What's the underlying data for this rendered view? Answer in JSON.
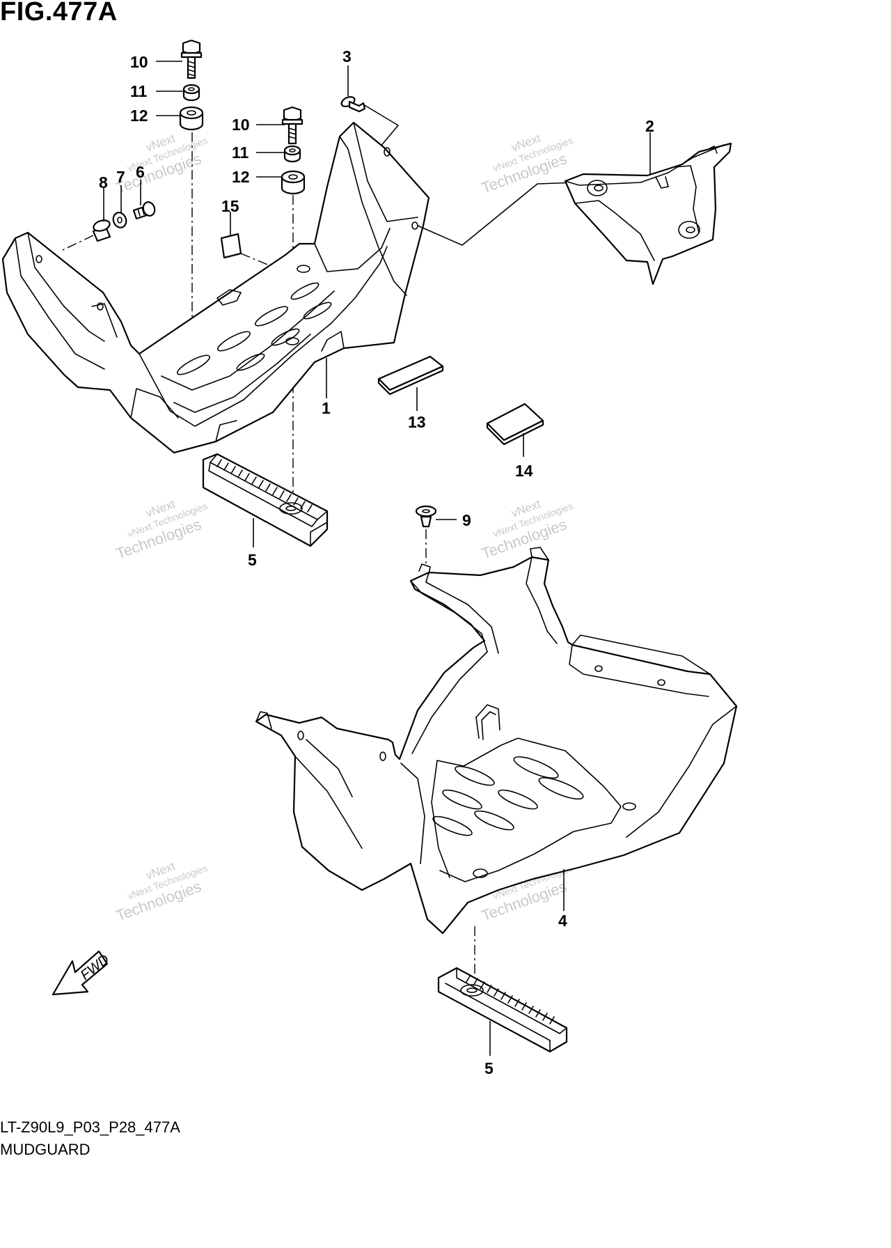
{
  "figure": {
    "title": "FIG.477A",
    "diagram_code": "LT-Z90L9_P03_P28_477A",
    "section_name": "MUDGUARD",
    "fwd_label": "FWD"
  },
  "callouts": [
    {
      "id": "c10a",
      "label": "10"
    },
    {
      "id": "c11a",
      "label": "11"
    },
    {
      "id": "c12a",
      "label": "12"
    },
    {
      "id": "c10b",
      "label": "10"
    },
    {
      "id": "c11b",
      "label": "11"
    },
    {
      "id": "c12b",
      "label": "12"
    },
    {
      "id": "c3",
      "label": "3"
    },
    {
      "id": "c2",
      "label": "2"
    },
    {
      "id": "c8",
      "label": "8"
    },
    {
      "id": "c7",
      "label": "7"
    },
    {
      "id": "c6",
      "label": "6"
    },
    {
      "id": "c15",
      "label": "15"
    },
    {
      "id": "c1",
      "label": "1"
    },
    {
      "id": "c13",
      "label": "13"
    },
    {
      "id": "c14",
      "label": "14"
    },
    {
      "id": "c5a",
      "label": "5"
    },
    {
      "id": "c9",
      "label": "9"
    },
    {
      "id": "c4",
      "label": "4"
    },
    {
      "id": "c5b",
      "label": "5"
    }
  ],
  "watermark": {
    "line1": "vNext",
    "line2": "vNext Technologies",
    "line3": "Technologies"
  }
}
